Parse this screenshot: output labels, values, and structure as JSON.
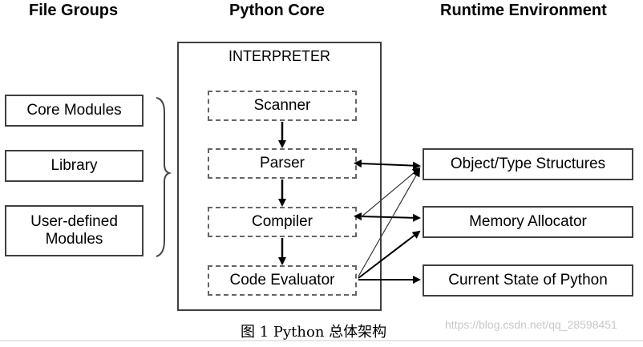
{
  "titles": {
    "file_groups": "File Groups",
    "python_core": "Python Core",
    "runtime": "Runtime Environment"
  },
  "file_groups": {
    "core_modules": "Core Modules",
    "library": "Library",
    "user_defined": [
      "User-defined",
      "Modules"
    ]
  },
  "core": {
    "interpreter": "INTERPRETER",
    "scanner": "Scanner",
    "parser": "Parser",
    "compiler": "Compiler",
    "evaluator": "Code Evaluator"
  },
  "runtime": {
    "object_type": "Object/Type Structures",
    "memory": "Memory Allocator",
    "state": "Current State of Python"
  },
  "caption": "图 1 Python 总体架构",
  "watermark": "https://blog.csdn.net/qq_28598451"
}
